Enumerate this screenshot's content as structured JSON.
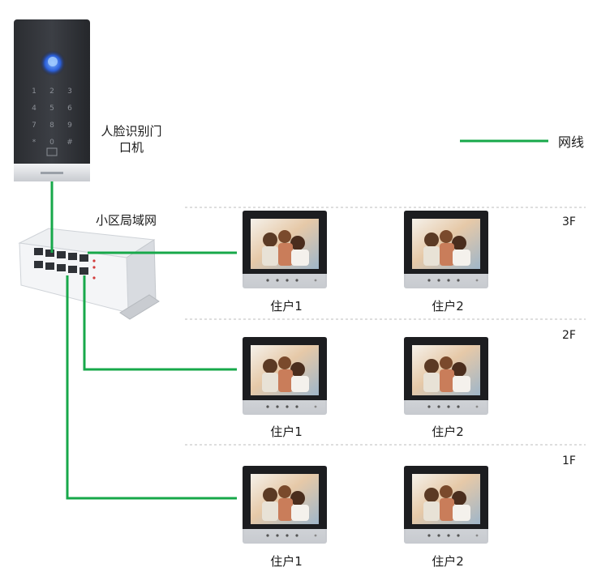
{
  "door_station": {
    "label_line1": "人脸识别门",
    "label_line2": "口机"
  },
  "network": {
    "label": "小区局域网"
  },
  "legend": {
    "label": "网线",
    "color": "#17a84a"
  },
  "floors": [
    {
      "label": "3F",
      "units": [
        "住户1",
        "住户2"
      ]
    },
    {
      "label": "2F",
      "units": [
        "住户1",
        "住户2"
      ]
    },
    {
      "label": "1F",
      "units": [
        "住户1",
        "住户2"
      ]
    }
  ]
}
